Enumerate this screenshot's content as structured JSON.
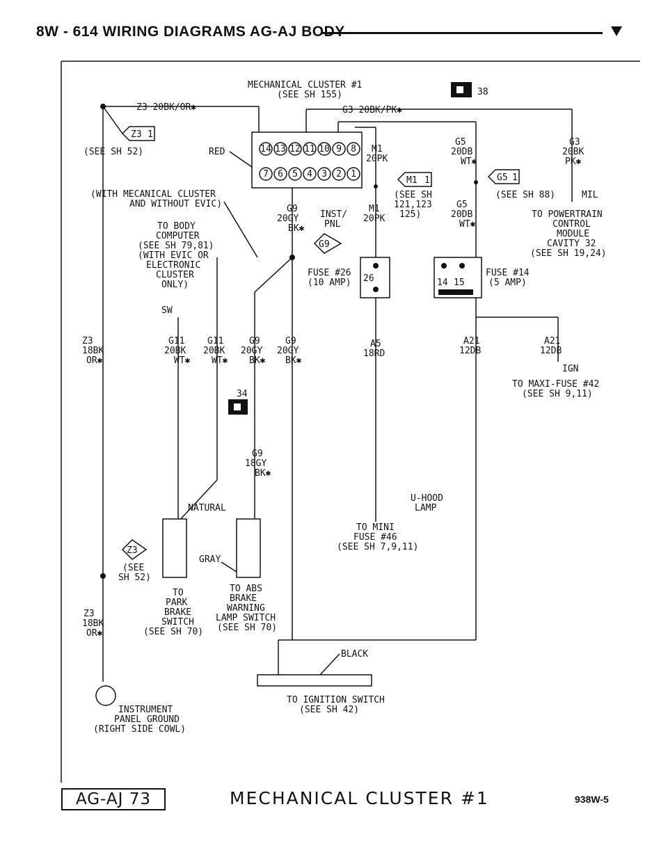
{
  "header": {
    "title": "8W - 614   WIRING DIAGRAMS AG-AJ BODY"
  },
  "footer": {
    "section": "AG-AJ 73",
    "title": "MECHANICAL CLUSTER #1",
    "code": "938W-5"
  },
  "labels": {
    "cluster_l1": "MECHANICAL CLUSTER #1",
    "cluster_l2": "(SEE SH 155)",
    "conn_38": "38",
    "conn_34": "34",
    "z3_top": "Z3 20BK/OR✱",
    "g3_top": "G3 20BK/PK✱",
    "see_sh52": "(SEE SH 52)",
    "red": "RED",
    "with_mech_1": "(WITH MECANICAL CLUSTER",
    "with_mech_2": "AND WITHOUT EVIC)",
    "body_1": "TO BODY",
    "body_2": "COMPUTER",
    "body_3": "(SEE SH 79,81)",
    "body_4": "(WITH EVIC OR",
    "body_5": "ELECTRONIC",
    "body_6": "CLUSTER",
    "body_7": "ONLY)",
    "sw": "SW",
    "m1_1": "M1",
    "m1_2": "20PK",
    "m1b_1": "M1",
    "m1b_2": "20PK",
    "see_121_1": "(SEE SH",
    "see_121_2": "121,123",
    "see_121_3": "125)",
    "g5_1": "G5",
    "g5_2": "20DB",
    "g5_3": "WT✱",
    "g5b_1": "G5",
    "g5b_2": "20DB",
    "g5b_3": "WT✱",
    "see_88": "(SEE SH 88)",
    "g3_1": "G3",
    "g3_2": "20BK",
    "g3_3": "PK✱",
    "mil": "MIL",
    "pt_1": "TO POWERTRAIN",
    "pt_2": "CONTROL",
    "pt_3": "MODULE",
    "pt_4": "CAVITY 32",
    "pt_5": "(SEE SH 19,24)",
    "g9_1": "G9",
    "g9_2": "20GY",
    "g9_3": "BK✱",
    "inst_1": "INST/",
    "inst_2": "PNL",
    "fuse26_1": "FUSE #26",
    "fuse26_2": "(10 AMP)",
    "fuse14_1": "FUSE #14",
    "fuse14_2": "(5 AMP)",
    "z3_l_1": "Z3",
    "z3_l_2": "18BK",
    "z3_l_3": "OR✱",
    "g11a_1": "G11",
    "g11a_2": "20BK",
    "g11a_3": "WT✱",
    "g11b_1": "G11",
    "g11b_2": "20BK",
    "g11b_3": "WT✱",
    "g9a_1": "G9",
    "g9a_2": "20GY",
    "g9a_3": "BK✱",
    "g9b_1": "G9",
    "g9b_2": "20GY",
    "g9b_3": "BK✱",
    "a5_1": "A5",
    "a5_2": "18RD",
    "a21a_1": "A21",
    "a21a_2": "12DB",
    "a21b_1": "A21",
    "a21b_2": "12DB",
    "ign": "IGN",
    "maxi_1": "TO MAXI-FUSE #42",
    "maxi_2": "(SEE SH 9,11)",
    "g9c_1": "G9",
    "g9c_2": "18GY",
    "g9c_3": "BK✱",
    "natural": "NATURAL",
    "gray": "GRAY",
    "uhood_1": "U-HOOD",
    "uhood_2": "LAMP",
    "mini_1": "TO MINI",
    "mini_2": "FUSE #46",
    "mini_3": "(SEE SH 7,9,11)",
    "see52b_1": "(SEE",
    "see52b_2": "SH 52)",
    "park_1": "TO",
    "park_2": "PARK",
    "park_3": "BRAKE",
    "park_4": "SWITCH",
    "park_5": "(SEE SH 70)",
    "abs_1": "TO ABS",
    "abs_2": "BRAKE",
    "abs_3": "WARNING",
    "abs_4": "LAMP SWITCH",
    "abs_5": "(SEE SH 70)",
    "z3_b_1": "Z3",
    "z3_b_2": "18BK",
    "z3_b_3": "OR✱",
    "black": "BLACK",
    "ign_sw_1": "TO IGNITION SWITCH",
    "ign_sw_2": "(SEE SH 42)",
    "ground_1": "INSTRUMENT",
    "ground_2": "PANEL GROUND",
    "ground_3": "(RIGHT SIDE COWL)",
    "tag_z3": "Z3",
    "tag_z3_n": "1",
    "tag_m1": "M1",
    "tag_m1_n": "1",
    "tag_g5": "G5",
    "tag_g5_n": "1",
    "tag_g9": "G9",
    "tag_z3b": "Z3",
    "pin_26": "26",
    "pin_14": "14",
    "pin_15": "15"
  },
  "pins": {
    "top_row": [
      "14",
      "13",
      "12",
      "11",
      "10",
      "9",
      "8"
    ],
    "bottom_row": [
      "7",
      "6",
      "5",
      "4",
      "3",
      "2",
      "1"
    ]
  }
}
